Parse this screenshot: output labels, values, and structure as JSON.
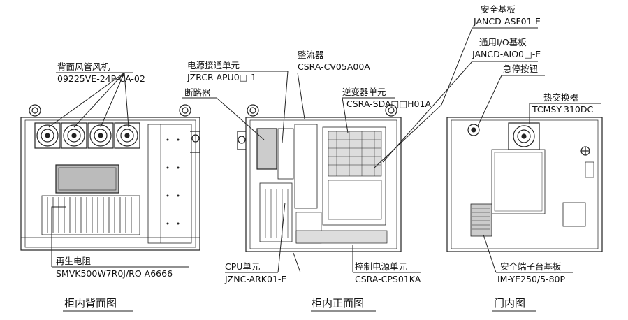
{
  "labels": {
    "fan_cn": "背面风管风机",
    "fan_model": "09225VE-24P-CA-02",
    "power_cn": "电源接通单元",
    "power_model": "JZRCR-APU0□-1",
    "breaker_cn": "断路器",
    "rectifier_cn": "整流器",
    "rectifier_model": "CSRA-CV05A00A",
    "inverter_cn": "逆变器单元",
    "inverter_model": "CSRA-SDA□□H01A",
    "safety_cn": "安全基板",
    "safety_model": "JANCD-ASF01-E",
    "io_cn": "通用I/O基板",
    "io_model": "JANCD-AIO0□-E",
    "estop_cn": "急停按钮",
    "heatex_cn": "热交换器",
    "heatex_model": "TCMSY-310DC",
    "resistor_cn": "再生电阻",
    "resistor_model": "SMVK500W7R0J/RO A6666",
    "cpu_cn": "CPU单元",
    "cpu_model": "JZNC-ARK01-E",
    "ctrl_power_cn": "控制电源单元",
    "ctrl_power_model": "CSRA-CPS01KA",
    "terminal_cn": "安全端子台基板",
    "terminal_model": "IM-YE250/5-80P"
  },
  "captions": {
    "back": "柜内背面图",
    "front": "柜内正面图",
    "door": "门内图"
  }
}
